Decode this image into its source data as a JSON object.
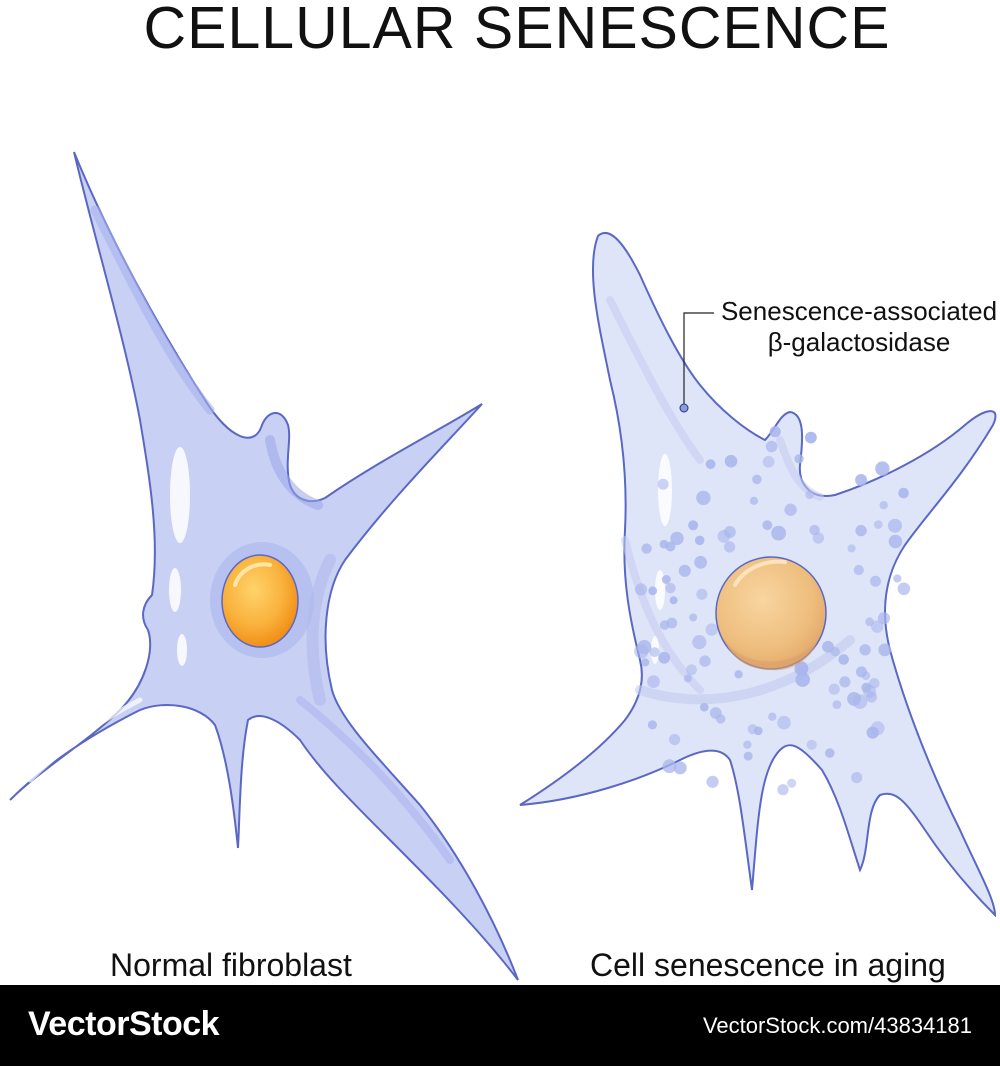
{
  "title": "CELLULAR SENESCENCE",
  "left_cell": {
    "label": "Normal fibroblast"
  },
  "right_cell": {
    "label": "Cell senescence in aging",
    "callout": {
      "line1": "Senescence-associated",
      "line2": "β-galactosidase"
    }
  },
  "footer": {
    "brand": "VectorStock",
    "image_id": "VectorStock.com/43834181"
  },
  "colors": {
    "membrane": "#5a68c4",
    "cytoplasm_normal": "#c8d0f4",
    "cytoplasm_senescent": "#dfe5f8",
    "nucleus_normal": "#f59a24",
    "nucleus_senescent": "#eab574",
    "granule": "#a9b5ec",
    "footer_bg": "#000000"
  }
}
